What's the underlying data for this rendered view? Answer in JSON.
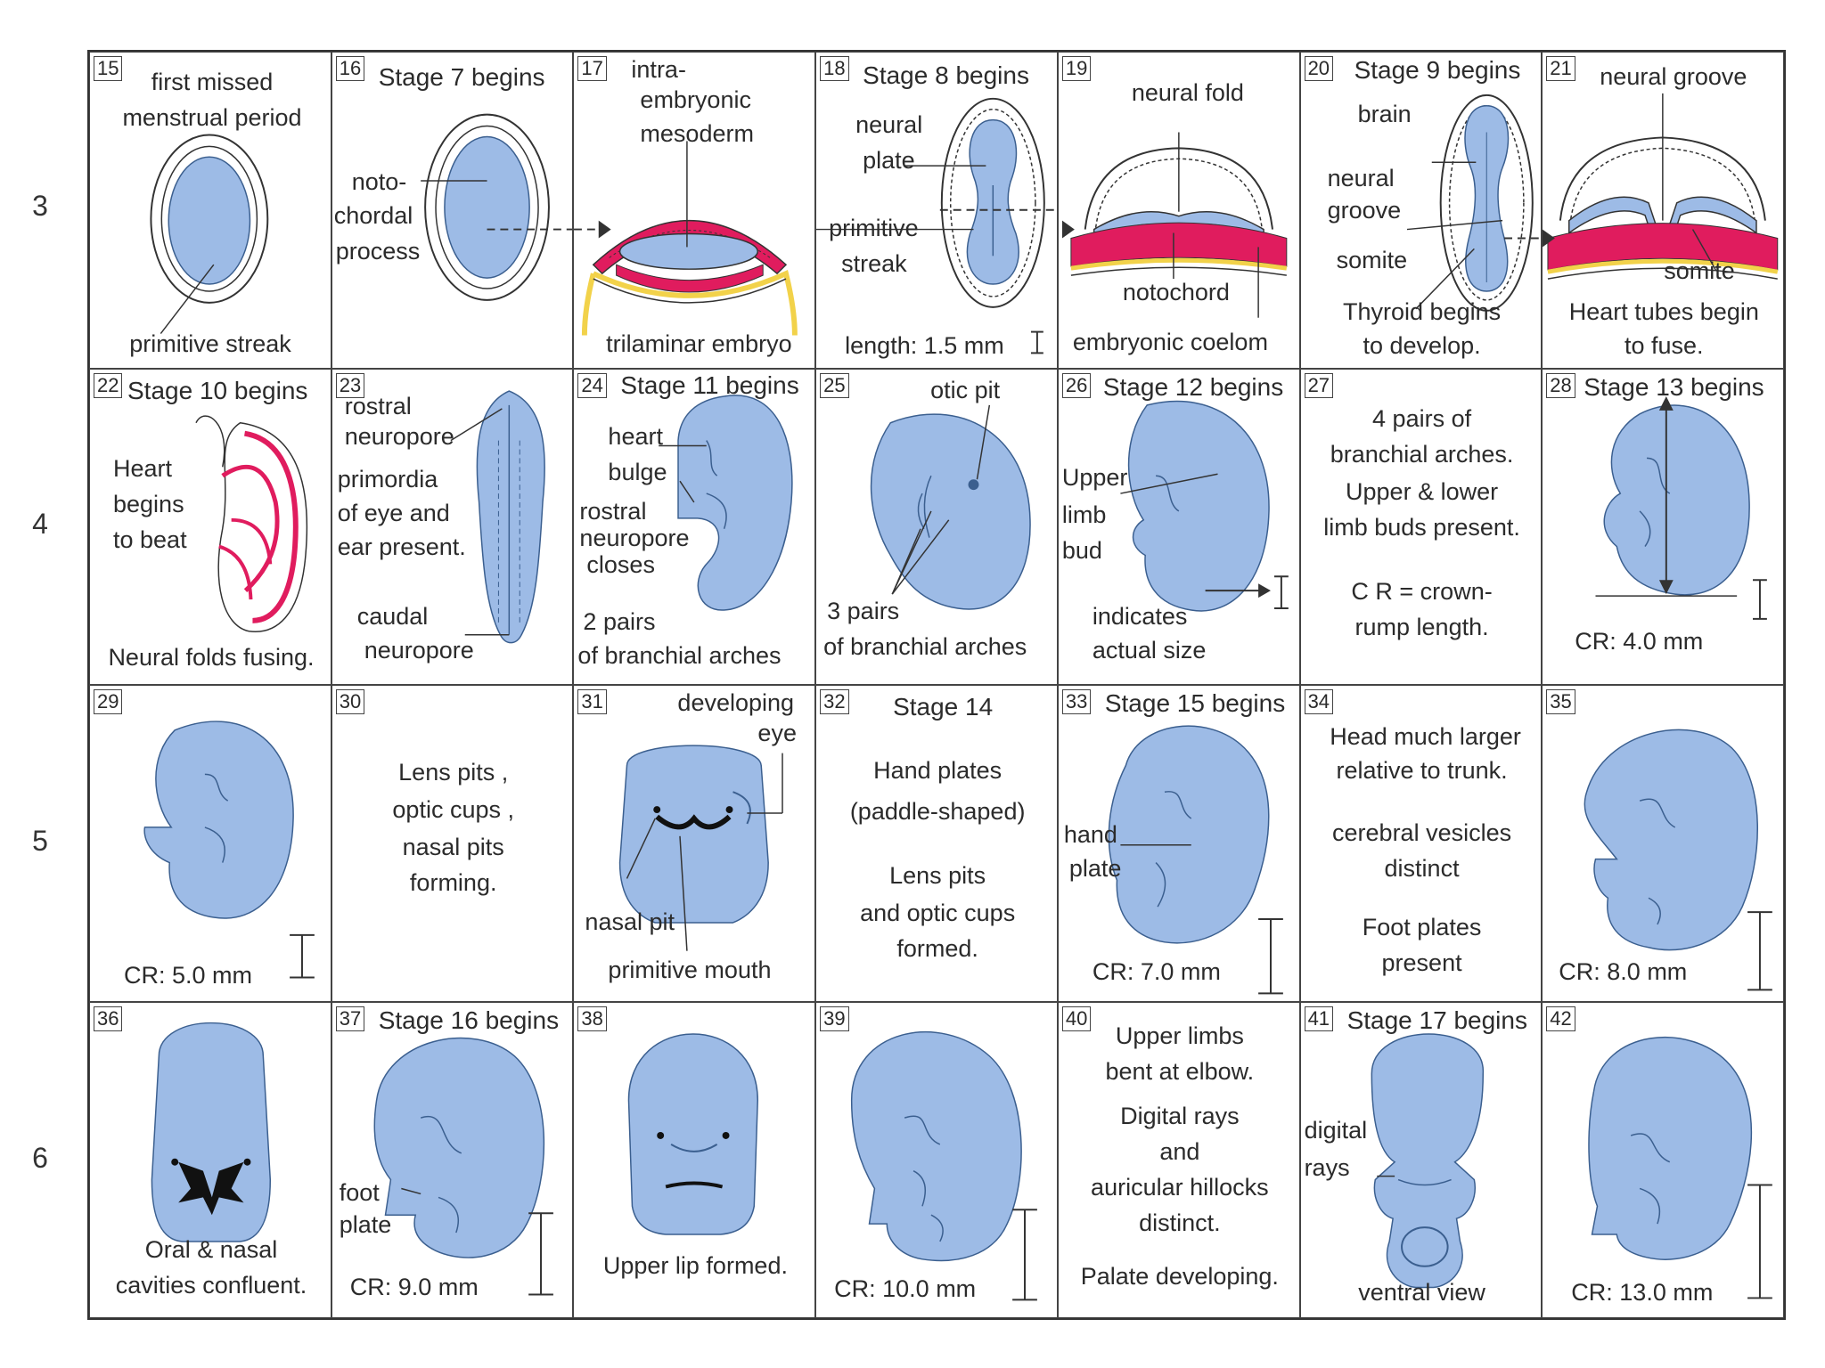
{
  "weeks": [
    "3",
    "4",
    "5",
    "6"
  ],
  "cells": [
    {
      "num": "15",
      "labels": [
        "first missed",
        "menstrual period",
        "primitive streak"
      ]
    },
    {
      "num": "16",
      "labels": [
        "Stage 7 begins",
        "noto-",
        "chordal",
        "process"
      ]
    },
    {
      "num": "17",
      "labels": [
        "intra-",
        "embryonic",
        "mesoderm",
        "trilaminar embryo"
      ]
    },
    {
      "num": "18",
      "labels": [
        "Stage 8 begins",
        "neural",
        "plate",
        "primitive",
        "streak",
        "length: 1.5 mm"
      ]
    },
    {
      "num": "19",
      "labels": [
        "neural fold",
        "notochord",
        "embryonic coelom"
      ]
    },
    {
      "num": "20",
      "labels": [
        "Stage 9 begins",
        "brain",
        "neural",
        "groove",
        "somite",
        "Thyroid begins",
        "to develop."
      ]
    },
    {
      "num": "21",
      "labels": [
        "neural groove",
        "somite",
        "Heart tubes begin",
        "to fuse."
      ]
    },
    {
      "num": "22",
      "labels": [
        "Stage 10 begins",
        "Heart",
        "begins",
        "to beat",
        "Neural folds fusing."
      ]
    },
    {
      "num": "23",
      "labels": [
        "rostral",
        "neuropore",
        "primordia",
        "of eye and",
        "ear present.",
        "caudal",
        "neuropore"
      ]
    },
    {
      "num": "24",
      "labels": [
        "Stage 11 begins",
        "heart",
        "bulge",
        "rostral",
        "neuropore",
        "closes",
        "2 pairs",
        "of branchial arches"
      ]
    },
    {
      "num": "25",
      "labels": [
        "otic pit",
        "3 pairs",
        "of branchial arches"
      ]
    },
    {
      "num": "26",
      "labels": [
        "Stage 12 begins",
        "Upper",
        "limb",
        "bud",
        "indicates",
        "actual size"
      ]
    },
    {
      "num": "27",
      "labels": [
        "4 pairs of",
        "branchial arches.",
        "Upper & lower",
        "limb buds present.",
        "C R = crown-",
        "rump length."
      ]
    },
    {
      "num": "28",
      "labels": [
        "Stage 13 begins",
        "CR: 4.0 mm"
      ]
    },
    {
      "num": "29",
      "labels": [
        "CR: 5.0 mm"
      ]
    },
    {
      "num": "30",
      "labels": [
        "Lens pits ,",
        "optic cups ,",
        "nasal pits",
        "forming."
      ]
    },
    {
      "num": "31",
      "labels": [
        "developing",
        "eye",
        "nasal pit",
        "primitive mouth"
      ]
    },
    {
      "num": "32",
      "labels": [
        "Stage 14",
        "Hand plates",
        "(paddle-shaped)",
        "Lens pits",
        "and optic cups",
        "formed."
      ]
    },
    {
      "num": "33",
      "labels": [
        "Stage 15 begins",
        "hand",
        "plate",
        "CR: 7.0 mm"
      ]
    },
    {
      "num": "34",
      "labels": [
        "Head much larger",
        "relative to trunk.",
        "cerebral vesicles",
        "distinct",
        "Foot plates",
        "present"
      ]
    },
    {
      "num": "35",
      "labels": [
        "CR: 8.0 mm"
      ]
    },
    {
      "num": "36",
      "labels": [
        "Oral & nasal",
        "cavities confluent."
      ]
    },
    {
      "num": "37",
      "labels": [
        "Stage 16 begins",
        "foot",
        "plate",
        "CR:  9.0  mm"
      ]
    },
    {
      "num": "38",
      "labels": [
        "Upper lip formed."
      ]
    },
    {
      "num": "39",
      "labels": [
        "CR:  10.0 mm"
      ]
    },
    {
      "num": "40",
      "labels": [
        "Upper limbs",
        "bent at elbow.",
        "Digital rays",
        "and",
        "auricular hillocks",
        "distinct.",
        "Palate developing."
      ]
    },
    {
      "num": "41",
      "labels": [
        "Stage 17 begins",
        "digital",
        "rays",
        "ventral view"
      ]
    },
    {
      "num": "42",
      "labels": [
        "CR: 13.0 mm"
      ]
    }
  ],
  "colors": {
    "embryo": "#9dbbe6",
    "embryo_stroke": "#3b5f8f",
    "mesoderm": "#e01c5e",
    "yolk": "#f2d24a",
    "line": "#333333"
  }
}
